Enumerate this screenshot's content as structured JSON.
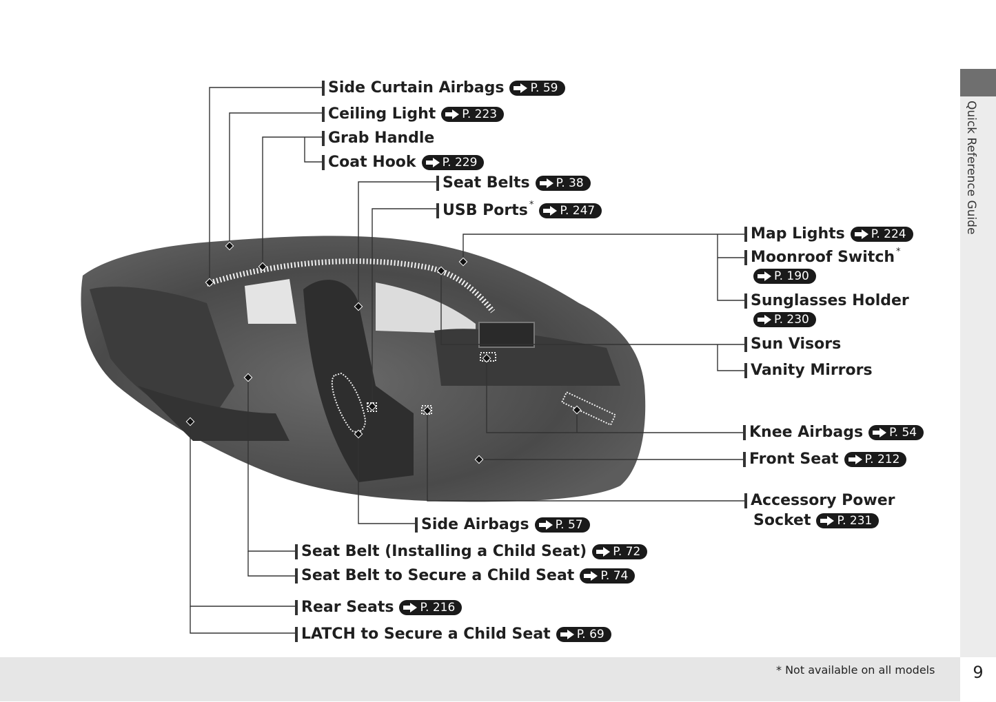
{
  "labels": {
    "side_curtain_airbags": {
      "text": "Side Curtain Airbags",
      "ref": "P. 59"
    },
    "ceiling_light": {
      "text": "Ceiling Light",
      "ref": "P. 223"
    },
    "grab_handle": {
      "text": "Grab Handle"
    },
    "coat_hook": {
      "text": "Coat Hook",
      "ref": "P. 229"
    },
    "seat_belts": {
      "text": "Seat Belts",
      "ref": "P. 38"
    },
    "usb_ports": {
      "text": "USB Ports",
      "asterisk": "*",
      "ref": "P. 247"
    },
    "map_lights": {
      "text": "Map Lights",
      "ref": "P. 224"
    },
    "moonroof_switch": {
      "text": "Moonroof Switch",
      "asterisk": "*",
      "ref": "P. 190"
    },
    "sunglasses_holder": {
      "text": "Sunglasses Holder",
      "ref": "P. 230"
    },
    "sun_visors": {
      "text": "Sun Visors"
    },
    "vanity_mirrors": {
      "text": "Vanity Mirrors"
    },
    "knee_airbags": {
      "text": "Knee Airbags",
      "ref": "P. 54"
    },
    "front_seat": {
      "text": "Front Seat",
      "ref": "P. 212"
    },
    "accessory_power_socket": {
      "line1": "Accessory Power",
      "line2": "Socket",
      "ref": "P. 231"
    },
    "side_airbags": {
      "text": "Side Airbags",
      "ref": "P. 57"
    },
    "seat_belt_installing": {
      "text": "Seat Belt (Installing a Child Seat)",
      "ref": "P. 72"
    },
    "seat_belt_secure": {
      "text": "Seat Belt to Secure a Child Seat",
      "ref": "P. 74"
    },
    "rear_seats": {
      "text": "Rear Seats",
      "ref": "P. 216"
    },
    "latch": {
      "text": "LATCH to Secure a Child Seat",
      "ref": "P. 69"
    }
  },
  "side_tab": {
    "text": "Quick Reference Guide"
  },
  "footer": {
    "footnote": "* Not available on all models",
    "page_number": "9"
  },
  "illustration": {
    "subject": "car-interior-cutaway"
  },
  "colors": {
    "ref_badge": "#1a1a1a",
    "side_tab": "#6f6f6f",
    "footer_band": "#e6e6e6"
  }
}
